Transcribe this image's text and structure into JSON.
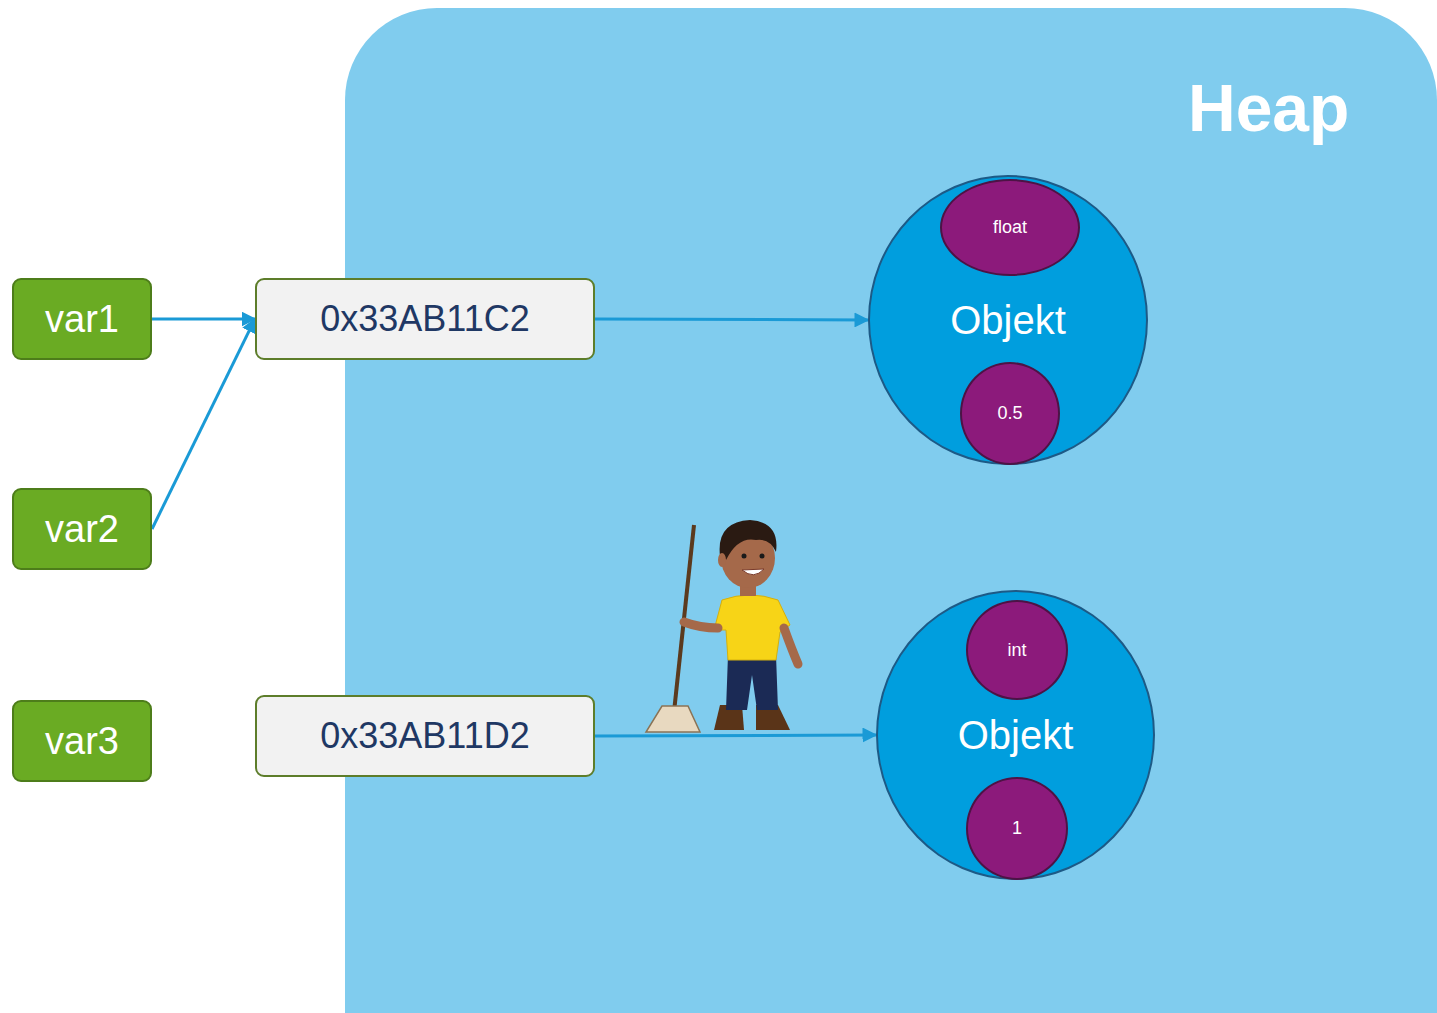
{
  "diagram": {
    "nodes": [
      {
        "text": [
          "Heap"
        ]
      },
      {
        "text": [
          "var1"
        ]
      },
      {
        "text": [
          "var2"
        ]
      },
      {
        "text": [
          "var3"
        ]
      },
      {
        "text": [
          "0x33AB11C2"
        ]
      },
      {
        "text": [
          "Objekt"
        ],
        "in": 0
      },
      {
        "text": [
          "float"
        ],
        "in": 5
      },
      {
        "text": [
          "0.5"
        ],
        "in": 5
      },
      {
        "text": [
          "0x33AB11D2"
        ]
      },
      {
        "text": [
          "Objekt"
        ],
        "in": 0
      },
      {
        "text": [
          "int"
        ],
        "in": 9
      },
      {
        "text": [
          "1"
        ],
        "in": 9
      }
    ],
    "edges": [
      {
        "from": 1,
        "to": 4,
        "arrow": "to"
      },
      {
        "from": 2,
        "to": 4,
        "arrow": "to"
      },
      {
        "from": 4,
        "to": 5,
        "arrow": "to"
      },
      {
        "from": 8,
        "to": 9,
        "arrow": "to"
      }
    ]
  }
}
